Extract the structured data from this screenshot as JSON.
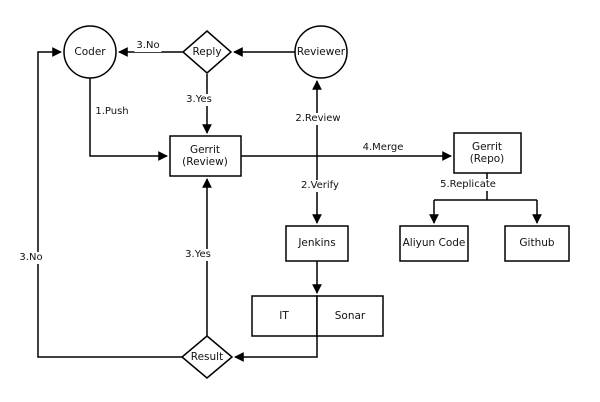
{
  "nodes": {
    "coder": "Coder",
    "reply": "Reply",
    "reviewer": "Reviewer",
    "gerrit_review_line1": "Gerrit",
    "gerrit_review_line2": "(Review)",
    "gerrit_repo_line1": "Gerrit",
    "gerrit_repo_line2": "(Repo)",
    "jenkins": "Jenkins",
    "aliyun_code": "Aliyun Code",
    "github": "Github",
    "it": "IT",
    "sonar": "Sonar",
    "result": "Result"
  },
  "edges": {
    "reply_to_coder": "3.No",
    "coder_to_gerrit": "1.Push",
    "reply_to_gerrit": "3.Yes",
    "gerrit_to_reviewer": "2.Review",
    "gerrit_to_jenkins": "2.Verify",
    "gerrit_to_repo": "4.Merge",
    "repo_replicate": "5.Replicate",
    "result_to_gerrit": "3.Yes",
    "result_to_coder": "3.No"
  },
  "colors": {
    "line": "#000000",
    "background": "#ffffff"
  }
}
